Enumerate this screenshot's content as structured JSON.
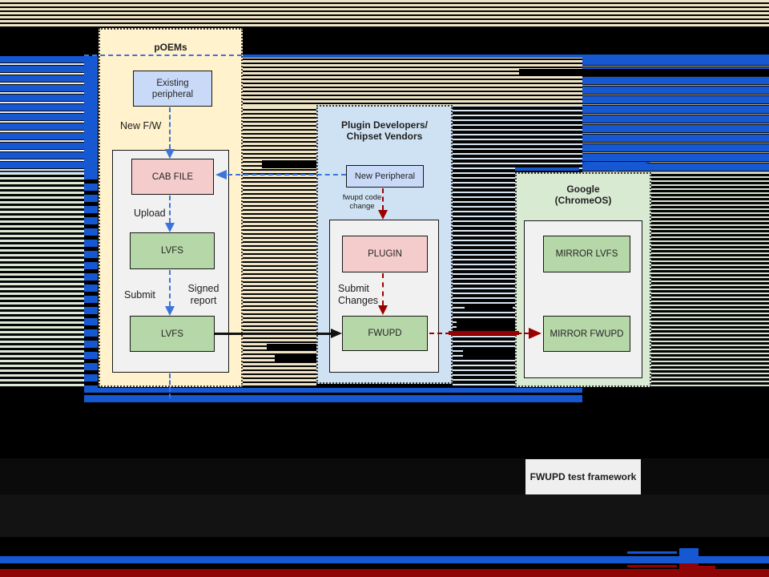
{
  "colors": {
    "accent_blue": "#1657d2",
    "arrow_blue": "#3d74d9",
    "arrow_red": "#9a0000",
    "bottom_red_band": "#8f0404",
    "panel_cream": "#fff2cc",
    "panel_blue": "#cfe2f3",
    "panel_green": "#d9ead3",
    "box_blue": "#c9daf8",
    "box_pink": "#f4cccc",
    "box_green": "#b6d7a8",
    "container_gray": "#f1f1f1",
    "stripe_tan": "#efe5c6",
    "stripe_pale_blue": "#d9e6f2",
    "stripe_pale_green": "#d4e3cd"
  },
  "poems": {
    "title": "pOEMs",
    "existing_peripheral": "Existing peripheral",
    "new_fw": "New F/W",
    "cab_file": "CAB FILE",
    "upload": "Upload",
    "lvfs_upper": "LVFS",
    "submit": "Submit",
    "signed_report": "Signed report",
    "lvfs_lower": "LVFS"
  },
  "plugin_devs": {
    "title_line1": "Plugin Developers/",
    "title_line2": "Chipset Vendors",
    "new_peripheral": "New Peripheral",
    "fwupd_code_change": "fwupd code change",
    "plugin": "PLUGIN",
    "submit_changes": "Submit Changes",
    "fwupd": "FWUPD"
  },
  "google": {
    "title_line1": "Google",
    "title_line2": "(ChromeOS)",
    "mirror_lvfs": "MIRROR LVFS",
    "mirror_fwupd": "MIRROR FWUPD"
  },
  "footer": {
    "test_framework": "FWUPD test framework"
  }
}
